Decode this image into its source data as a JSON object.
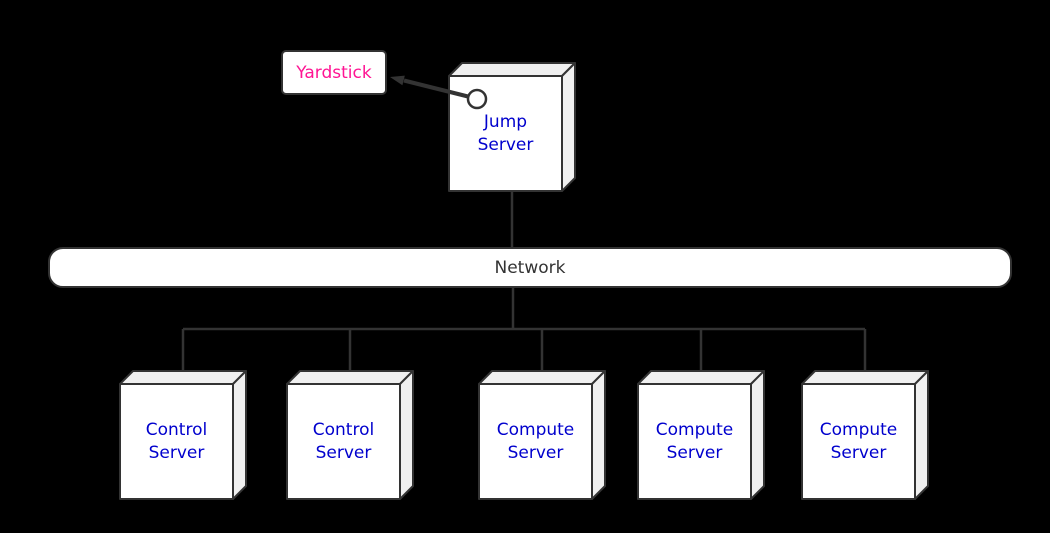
{
  "colors": {
    "background": "#000000",
    "node_fill": "#ffffff",
    "face_fill": "#f0f0f0",
    "border": "#333333",
    "line": "#333333",
    "server_label": "#0000cd",
    "yardstick_label": "#ff1493",
    "network_label": "#333333"
  },
  "nodes": {
    "yardstick": {
      "label": "Yardstick"
    },
    "jump_server": {
      "label": "Jump\nServer"
    },
    "network": {
      "label": "Network"
    },
    "servers": [
      {
        "label": "Control\nServer"
      },
      {
        "label": "Control\nServer"
      },
      {
        "label": "Compute\nServer"
      },
      {
        "label": "Compute\nServer"
      },
      {
        "label": "Compute\nServer"
      }
    ]
  }
}
